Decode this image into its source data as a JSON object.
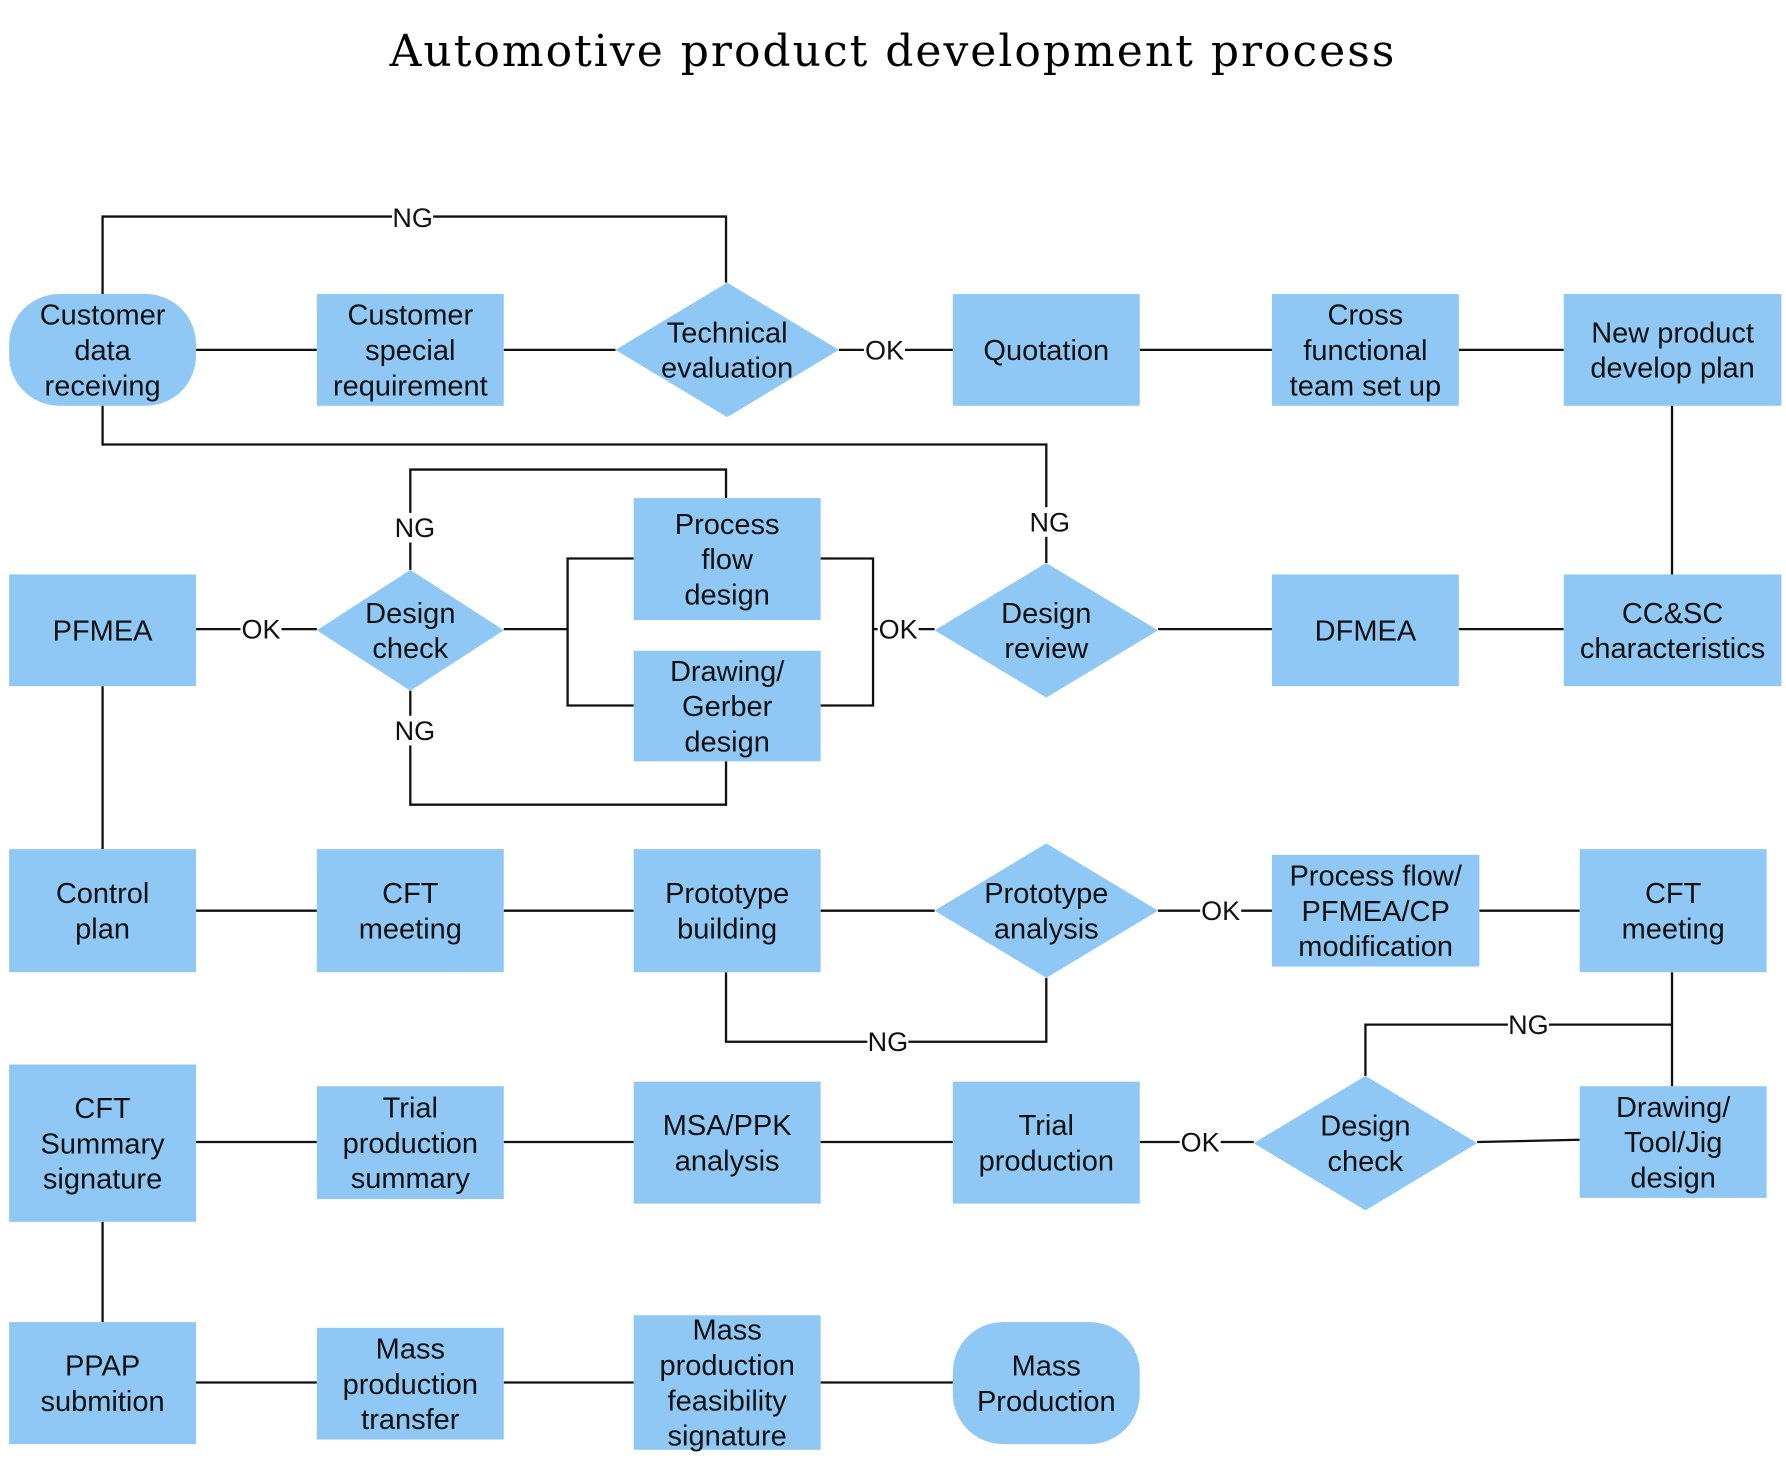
{
  "title": "Automotive product development process",
  "colors": {
    "node_fill": "#90c8f5",
    "line": "#111111",
    "text": "#111111"
  },
  "nodes": {
    "n1": {
      "label": "Customer\ndata\nreceiving",
      "shape": "terminal"
    },
    "n2": {
      "label": "Customer\nspecial\nrequirement",
      "shape": "process"
    },
    "n3": {
      "label": "Technical\nevaluation",
      "shape": "decision"
    },
    "n4": {
      "label": "Quotation",
      "shape": "process"
    },
    "n5": {
      "label": "Cross\nfunctional\nteam set up",
      "shape": "process"
    },
    "n6": {
      "label": "New product\ndevelop plan",
      "shape": "process"
    },
    "n7": {
      "label": "PFMEA",
      "shape": "process"
    },
    "n8": {
      "label": "Design\ncheck",
      "shape": "decision"
    },
    "n9": {
      "label": "Process\nflow\ndesign",
      "shape": "process"
    },
    "n10": {
      "label": "Drawing/\nGerber\ndesign",
      "shape": "process"
    },
    "n11": {
      "label": "Design\nreview",
      "shape": "decision"
    },
    "n12": {
      "label": "DFMEA",
      "shape": "process"
    },
    "n13": {
      "label": "CC&SC\ncharacteristics",
      "shape": "process"
    },
    "n14": {
      "label": "Control\nplan",
      "shape": "process"
    },
    "n15": {
      "label": "CFT\nmeeting",
      "shape": "process"
    },
    "n16": {
      "label": "Prototype\nbuilding",
      "shape": "process"
    },
    "n17": {
      "label": "Prototype\nanalysis",
      "shape": "decision"
    },
    "n18": {
      "label": "Process flow/\nPFMEA/CP\nmodification",
      "shape": "process"
    },
    "n19": {
      "label": "CFT\nmeeting",
      "shape": "process"
    },
    "n20": {
      "label": "CFT\nSummary\nsignature",
      "shape": "process"
    },
    "n21": {
      "label": "Trial\nproduction\nsummary",
      "shape": "process"
    },
    "n22": {
      "label": "MSA/PPK\nanalysis",
      "shape": "process"
    },
    "n23": {
      "label": "Trial\nproduction",
      "shape": "process"
    },
    "n24": {
      "label": "Design\ncheck",
      "shape": "decision"
    },
    "n25": {
      "label": "Drawing/\nTool/Jig\ndesign",
      "shape": "process"
    },
    "n26": {
      "label": "PPAP\nsubmition",
      "shape": "process"
    },
    "n27": {
      "label": "Mass\nproduction\ntransfer",
      "shape": "process"
    },
    "n28": {
      "label": "Mass\nproduction\nfeasibility\nsignature",
      "shape": "process"
    },
    "n29": {
      "label": "Mass\nProduction",
      "shape": "terminal"
    }
  },
  "edge_labels": {
    "ng_top": "NG",
    "ok_tech": "OK",
    "ng_review": "NG",
    "ng_check_top": "NG",
    "ng_check_bottom": "NG",
    "ok_review": "OK",
    "ok_pfmea": "OK",
    "ok_proto": "OK",
    "ng_proto": "NG",
    "ng_check2": "NG",
    "ok_trial": "OK"
  }
}
